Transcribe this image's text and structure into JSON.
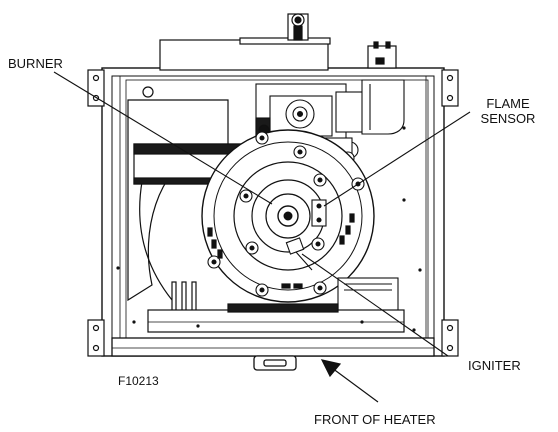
{
  "labels": {
    "burner": "BURNER",
    "flame_sensor_line1": "FLAME",
    "flame_sensor_line2": "SENSOR",
    "igniter": "IGNITER",
    "figure_id": "F10213",
    "front_of_heater": "FRONT OF HEATER"
  },
  "colors": {
    "line": "#111111",
    "fill_dark": "#1a1a1a",
    "fill_light": "#ffffff",
    "fill_gray": "#cfcfcf"
  }
}
